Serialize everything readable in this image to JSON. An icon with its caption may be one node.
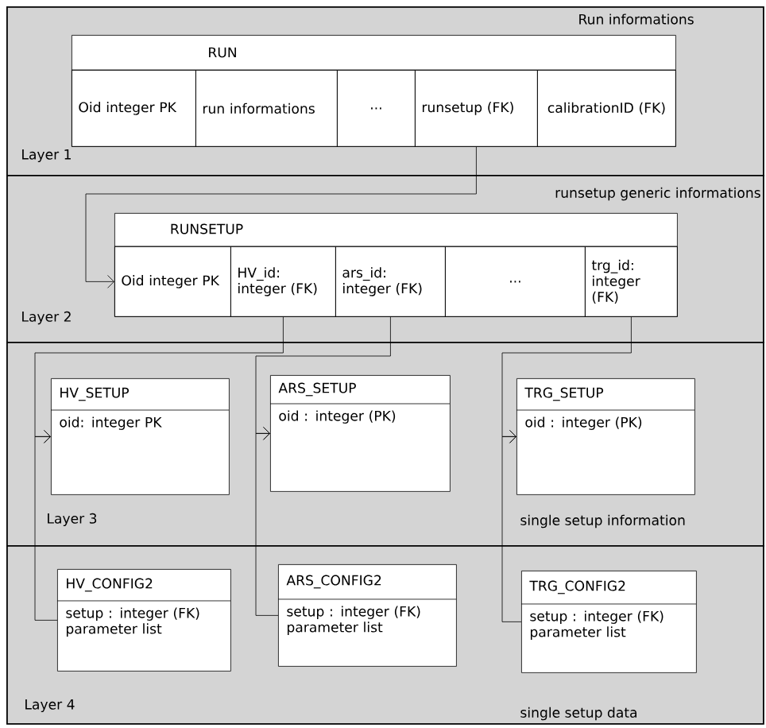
{
  "diagram": {
    "nodes": [
      {
        "text": [
          "Run informations",
          "Layer 1"
        ]
      },
      {
        "text": [
          "RUN"
        ],
        "in": 0
      },
      {
        "text": [
          "Oid integer PK"
        ],
        "in": 1
      },
      {
        "text": [
          "run informations"
        ],
        "in": 1
      },
      {
        "text": [
          "..."
        ],
        "in": 1
      },
      {
        "text": [
          "runsetup (FK)"
        ],
        "in": 1
      },
      {
        "text": [
          "calibrationID (FK)"
        ],
        "in": 1
      },
      {
        "text": [
          "runsetup generic informations",
          "Layer 2"
        ]
      },
      {
        "text": [
          "RUNSETUP"
        ],
        "in": 7
      },
      {
        "text": [
          "Oid integer PK"
        ],
        "in": 8
      },
      {
        "text": [
          "HV_id: integer (FK)"
        ],
        "in": 8
      },
      {
        "text": [
          "ars_id: integer (FK)"
        ],
        "in": 8
      },
      {
        "text": [
          "..."
        ],
        "in": 8
      },
      {
        "text": [
          "trg_id: integer (FK)"
        ],
        "in": 8
      },
      {
        "text": [
          "Layer 3",
          "single setup information"
        ]
      },
      {
        "text": [
          "HV_SETUP",
          "oid: integer PK"
        ],
        "in": 14
      },
      {
        "text": [
          "ARS_SETUP",
          "oid : integer (PK)"
        ],
        "in": 14
      },
      {
        "text": [
          "TRG_SETUP",
          "oid : integer (PK)"
        ],
        "in": 14
      },
      {
        "text": [
          "Layer 4",
          "single setup data"
        ]
      },
      {
        "text": [
          "HV_CONFIG2",
          "setup : integer (FK) parameter list"
        ],
        "in": 18
      },
      {
        "text": [
          "ARS_CONFIG2",
          "setup : integer (FK) parameter list"
        ],
        "in": 18
      },
      {
        "text": [
          "TRG_CONFIG2",
          "setup : integer (FK) parameter list"
        ],
        "in": 18
      }
    ],
    "edges": [
      {
        "from": 5,
        "to": 9,
        "arrow": "to"
      },
      {
        "from": 10,
        "to": 15,
        "arrow": "to"
      },
      {
        "from": 19,
        "to": 15,
        "arrow": "to"
      },
      {
        "from": 11,
        "to": 16,
        "arrow": "to"
      },
      {
        "from": 20,
        "to": 16,
        "arrow": "to"
      },
      {
        "from": 13,
        "to": 17,
        "arrow": "to"
      },
      {
        "from": 21,
        "to": 17,
        "arrow": "to"
      }
    ]
  }
}
